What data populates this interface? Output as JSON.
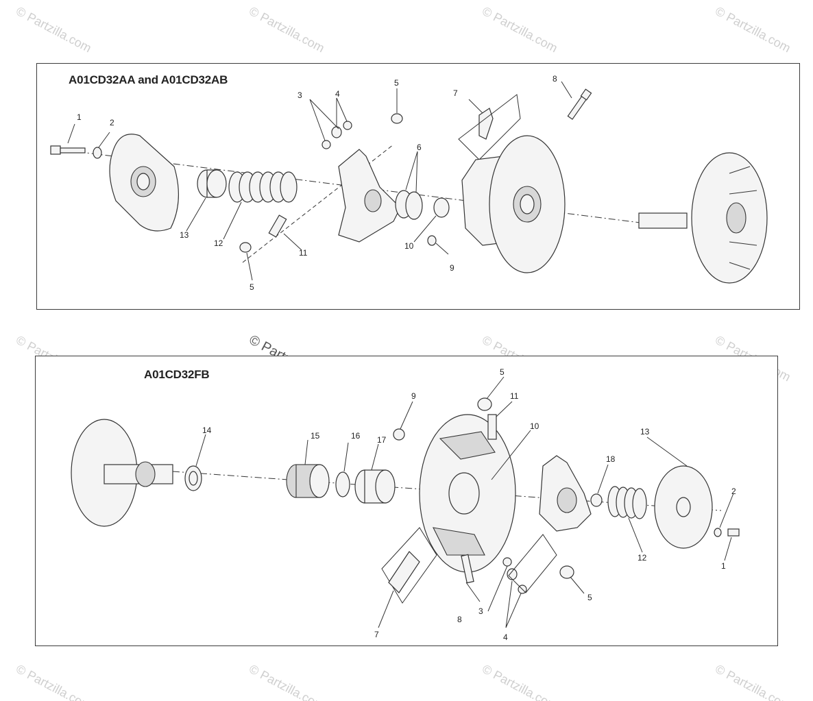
{
  "watermark": "© Partzilla.com",
  "panels": {
    "top": {
      "title": "A01CD32AA and A01CD32AB",
      "callouts": [
        "1",
        "2",
        "3",
        "4",
        "5",
        "5",
        "6",
        "7",
        "8",
        "9",
        "10",
        "11",
        "12",
        "13"
      ]
    },
    "bottom": {
      "title": "A01CD32FB",
      "callouts": [
        "1",
        "2",
        "3",
        "4",
        "5",
        "5",
        "7",
        "8",
        "9",
        "10",
        "11",
        "12",
        "13",
        "14",
        "15",
        "16",
        "17",
        "18"
      ]
    }
  },
  "colors": {
    "line": "#333333",
    "watermark": "#cfcfcf",
    "border": "#3a3a3a"
  }
}
